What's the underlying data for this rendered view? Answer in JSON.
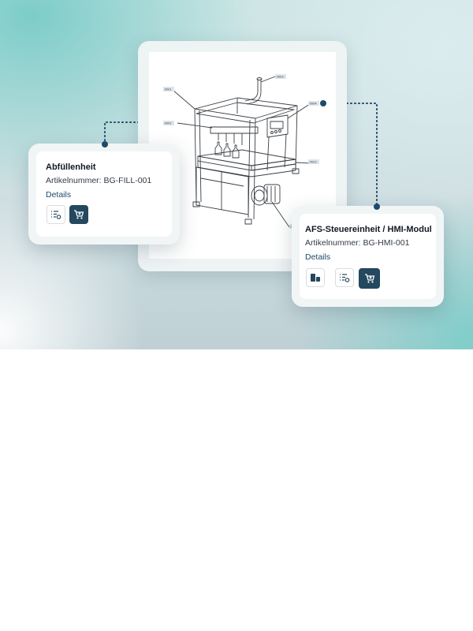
{
  "drawing": {
    "part_labels": [
      "0001",
      "0002",
      "0003",
      "0004",
      "0023",
      "0010"
    ]
  },
  "callout_fill": {
    "title": "Abfüllenheit",
    "sku": "Artikelnummer: BG-FILL-001",
    "details_label": "Details",
    "buttons": [
      "list-settings-icon",
      "cart-icon"
    ]
  },
  "callout_hmi": {
    "title": "AFS-Steuereinheit / HMI-Modul",
    "sku": "Artikelnummer: BG-HMI-001",
    "details_label": "Details",
    "buttons": [
      "component-icon",
      "list-settings-icon",
      "cart-icon"
    ]
  },
  "colors": {
    "accent": "#24485e",
    "connector": "#1d4a6a",
    "hero_teal": "#7ecdc8"
  }
}
